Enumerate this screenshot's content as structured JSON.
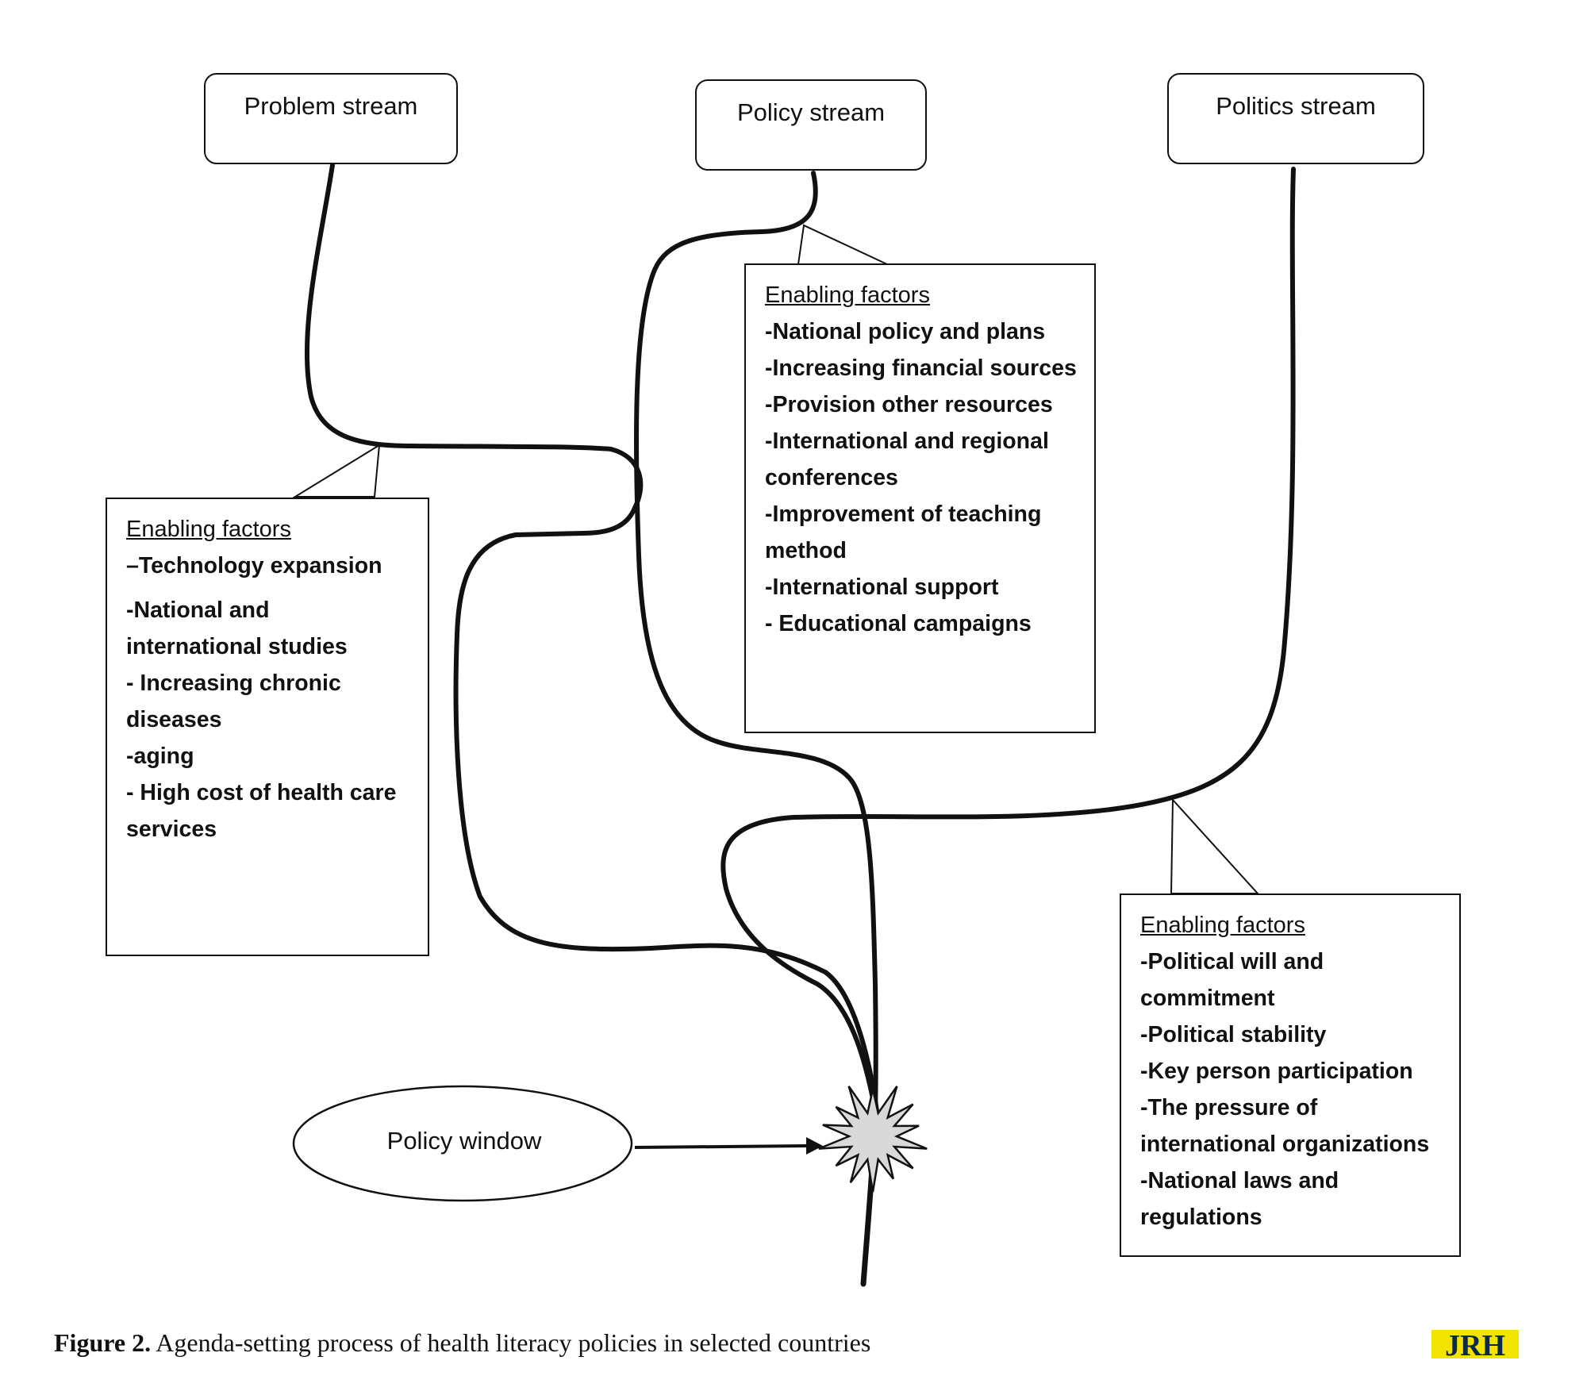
{
  "streams": {
    "problem": "Problem stream",
    "policy": "Policy stream",
    "politics": "Politics stream"
  },
  "problem_factors": {
    "title": "Enabling factors",
    "items": [
      "–Technology expansion",
      "-National and international studies",
      "- Increasing chronic diseases",
      "-aging",
      "- High cost of health care services"
    ]
  },
  "policy_factors": {
    "title": "Enabling factors",
    "items": [
      "-National policy and plans",
      "-Increasing financial sources",
      "-Provision other resources",
      "-International and regional conferences",
      "-Improvement of teaching method",
      "-International support",
      "- Educational campaigns"
    ]
  },
  "politics_factors": {
    "title": "Enabling factors",
    "items": [
      "-Political will and commitment",
      "-Political stability",
      "-Key person participation",
      "-The pressure of international organizations",
      "-National laws and regulations"
    ]
  },
  "policy_window": "Policy window",
  "caption": {
    "label": "Figure 2.",
    "text": " Agenda-setting process of health literacy policies in selected countries"
  },
  "logo_text": "JRH",
  "colors": {
    "stroke": "#111111",
    "burst_fill": "#d9d9d9",
    "logo_yellow": "#f2e400",
    "logo_dark": "#0b2a4a"
  }
}
